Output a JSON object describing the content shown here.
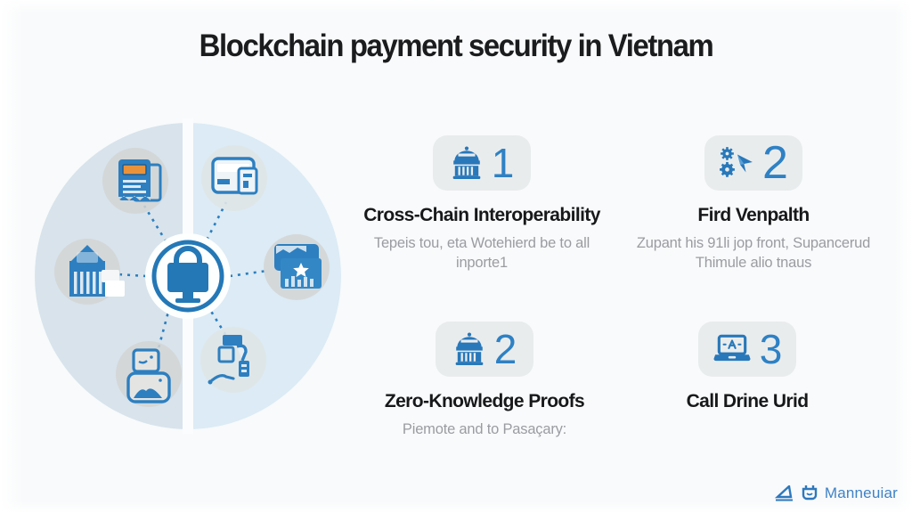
{
  "title": "Blockchain payment security in Vietnam",
  "features": [
    {
      "number": "1",
      "icon": "bank-building-icon",
      "title": "Cross-Chain Interoperability",
      "description": "Tepeis tou, eta Wotehierd be to all inporte1"
    },
    {
      "number": "2",
      "icon": "gears-plane-icon",
      "title": "Fird Venpalth",
      "description": "Zupant his 91li jop front, Supancerud Thimule alio tnaus"
    },
    {
      "number": "2",
      "icon": "bank-building-icon",
      "title": "Zero-Knowledge Proofs",
      "description": "Piemote and to Pasaçary:"
    },
    {
      "number": "3",
      "icon": "laptop-launch-icon",
      "title": "Call Drine Urid",
      "description": ""
    }
  ],
  "diagram": {
    "center_icon": "secure-monitor-lock-icon",
    "satellite_icons": [
      "receipt-icon",
      "wallet-terminal-icon",
      "bank-house-icon",
      "flag-card-icon",
      "id-photo-icon",
      "atm-robot-icon"
    ]
  },
  "footer": {
    "brand": "Manneuiar"
  },
  "colors": {
    "accent_blue": "#2b7fc0",
    "number_blue": "#2e81c4",
    "tile_bg": "#e9eced",
    "subtitle_gray": "#9b9ca1",
    "circle_left": "#d8e3ec",
    "circle_right": "#dcebf5",
    "title_dark": "#1b1c1e"
  }
}
